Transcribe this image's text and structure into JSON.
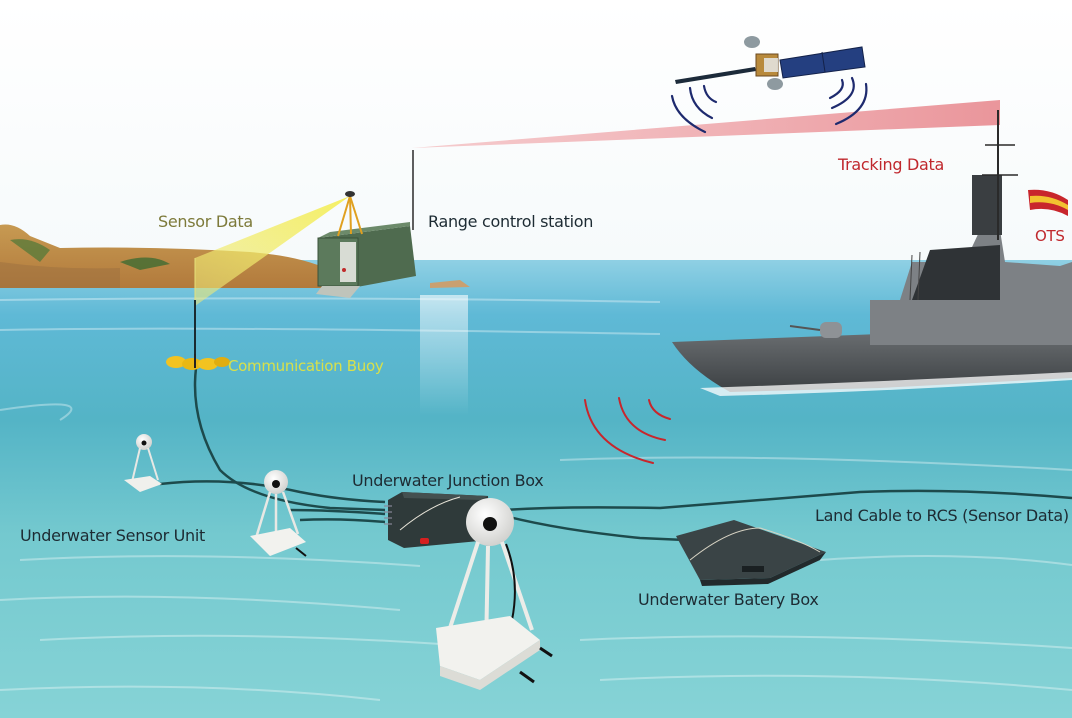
{
  "labels": {
    "sensor_data": "Sensor Data",
    "range_control_station": "Range control station",
    "tracking_data": "Tracking Data",
    "ots": "OTS",
    "communication_buoy": "Communication Buoy",
    "underwater_junction_box": "Underwater Junction Box",
    "underwater_sensor_unit": "Underwater Sensor Unit",
    "land_cable": "Land Cable to RCS (Sensor Data)",
    "underwater_battery_box": "Underwater Batery Box"
  },
  "colors": {
    "sensor_label": "#7d7a3a",
    "tracking_label": "#c0282d",
    "buoy_label": "#d8e04a",
    "dark_label": "#1d2b33",
    "sensor_beam": "#f2ef6a",
    "tracking_beam": "#e88a90",
    "sonar_arc": "#c8262c",
    "satellite_arc": "#1e2a6e",
    "sea_top": "#6fc4dc",
    "sea_bottom": "#7ecfd4",
    "cable": "#1d4a4c"
  },
  "icons": {
    "satellite": "satellite-icon",
    "ship": "ship-icon",
    "range_station": "container-station-icon",
    "buoy": "buoy-icon",
    "sensor_unit": "hydrophone-tripod-icon",
    "junction_box": "junction-box-icon",
    "battery_box": "battery-box-icon",
    "flag": "spain-flag-icon"
  }
}
